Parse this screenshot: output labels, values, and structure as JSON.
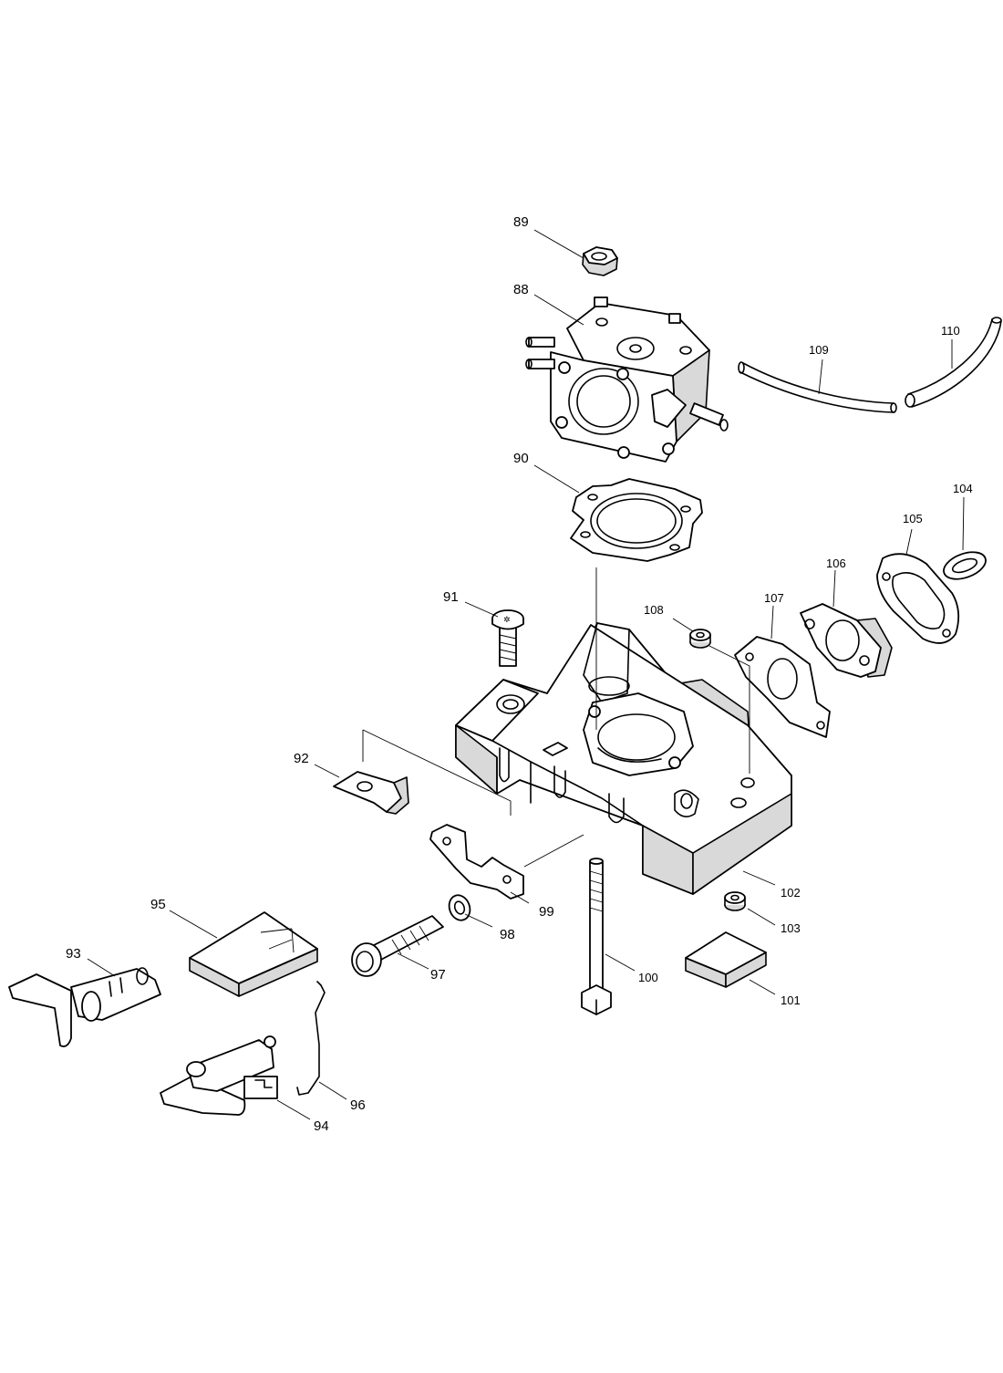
{
  "callouts": {
    "p88": "88",
    "p89": "89",
    "p90": "90",
    "p91": "91",
    "p92": "92",
    "p93": "93",
    "p94": "94",
    "p95": "95",
    "p96": "96",
    "p97": "97",
    "p98": "98",
    "p99": "99",
    "p100": "100",
    "p101": "101",
    "p102": "102",
    "p103": "103",
    "p104": "104",
    "p105": "105",
    "p106": "106",
    "p107": "107",
    "p108": "108",
    "p109": "109",
    "p110": "110"
  }
}
